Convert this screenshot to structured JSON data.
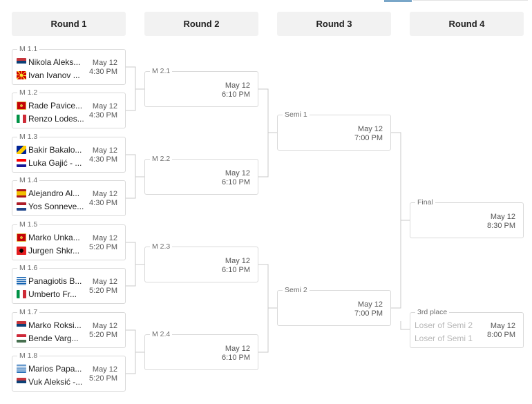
{
  "rounds": [
    "Round 1",
    "Round 2",
    "Round 3",
    "Round 4"
  ],
  "round1": [
    {
      "label": "M 1.1",
      "p1": {
        "name": "Nikola Aleks...",
        "flag": "serbia"
      },
      "p2": {
        "name": "Ivan Ivanov ...",
        "flag": "macedonia"
      },
      "date": "May 12",
      "time": "4:30 PM"
    },
    {
      "label": "M 1.2",
      "p1": {
        "name": "Rade Pavice...",
        "flag": "montenegro"
      },
      "p2": {
        "name": "Renzo Lodes...",
        "flag": "italy"
      },
      "date": "May 12",
      "time": "4:30 PM"
    },
    {
      "label": "M 1.3",
      "p1": {
        "name": "Bakir Bakalo...",
        "flag": "bosnia"
      },
      "p2": {
        "name": "Luka Gajić - ...",
        "flag": "croatia"
      },
      "date": "May 12",
      "time": "4:30 PM"
    },
    {
      "label": "M 1.4",
      "p1": {
        "name": "Alejandro Al...",
        "flag": "spain"
      },
      "p2": {
        "name": "Yos Sonneve...",
        "flag": "netherlands"
      },
      "date": "May 12",
      "time": "4:30 PM"
    },
    {
      "label": "M 1.5",
      "p1": {
        "name": "Marko Unka...",
        "flag": "montenegro"
      },
      "p2": {
        "name": "Jurgen Shkr...",
        "flag": "albania"
      },
      "date": "May 12",
      "time": "5:20 PM"
    },
    {
      "label": "M 1.6",
      "p1": {
        "name": "Panagiotis B...",
        "flag": "greece"
      },
      "p2": {
        "name": "Umberto Fr...",
        "flag": "italy"
      },
      "date": "May 12",
      "time": "5:20 PM"
    },
    {
      "label": "M 1.7",
      "p1": {
        "name": "Marko Roksi...",
        "flag": "serbia"
      },
      "p2": {
        "name": "Bende Varg...",
        "flag": "hungary"
      },
      "date": "May 12",
      "time": "5:20 PM"
    },
    {
      "label": "M 1.8",
      "p1": {
        "name": "Marios Papa...",
        "flag": "greece"
      },
      "p2": {
        "name": "Vuk Aleksić -...",
        "flag": "serbia"
      },
      "date": "May 12",
      "time": "5:20 PM"
    }
  ],
  "round2": [
    {
      "label": "M 2.1",
      "date": "May 12",
      "time": "6:10 PM"
    },
    {
      "label": "M 2.2",
      "date": "May 12",
      "time": "6:10 PM"
    },
    {
      "label": "M 2.3",
      "date": "May 12",
      "time": "6:10 PM"
    },
    {
      "label": "M 2.4",
      "date": "May 12",
      "time": "6:10 PM"
    }
  ],
  "round3": [
    {
      "label": "Semi 1",
      "date": "May 12",
      "time": "7:00 PM"
    },
    {
      "label": "Semi 2",
      "date": "May 12",
      "time": "7:00 PM"
    }
  ],
  "round4": {
    "final": {
      "label": "Final",
      "date": "May 12",
      "time": "8:30 PM"
    },
    "third": {
      "label": "3rd place",
      "p1": "Loser of Semi 2",
      "p2": "Loser of Semi 1",
      "date": "May 12",
      "time": "8:00 PM"
    }
  },
  "colors": {
    "connector": "#c8c8c8",
    "header_bg": "#f2f2f2",
    "border": "#d9d9d9"
  }
}
